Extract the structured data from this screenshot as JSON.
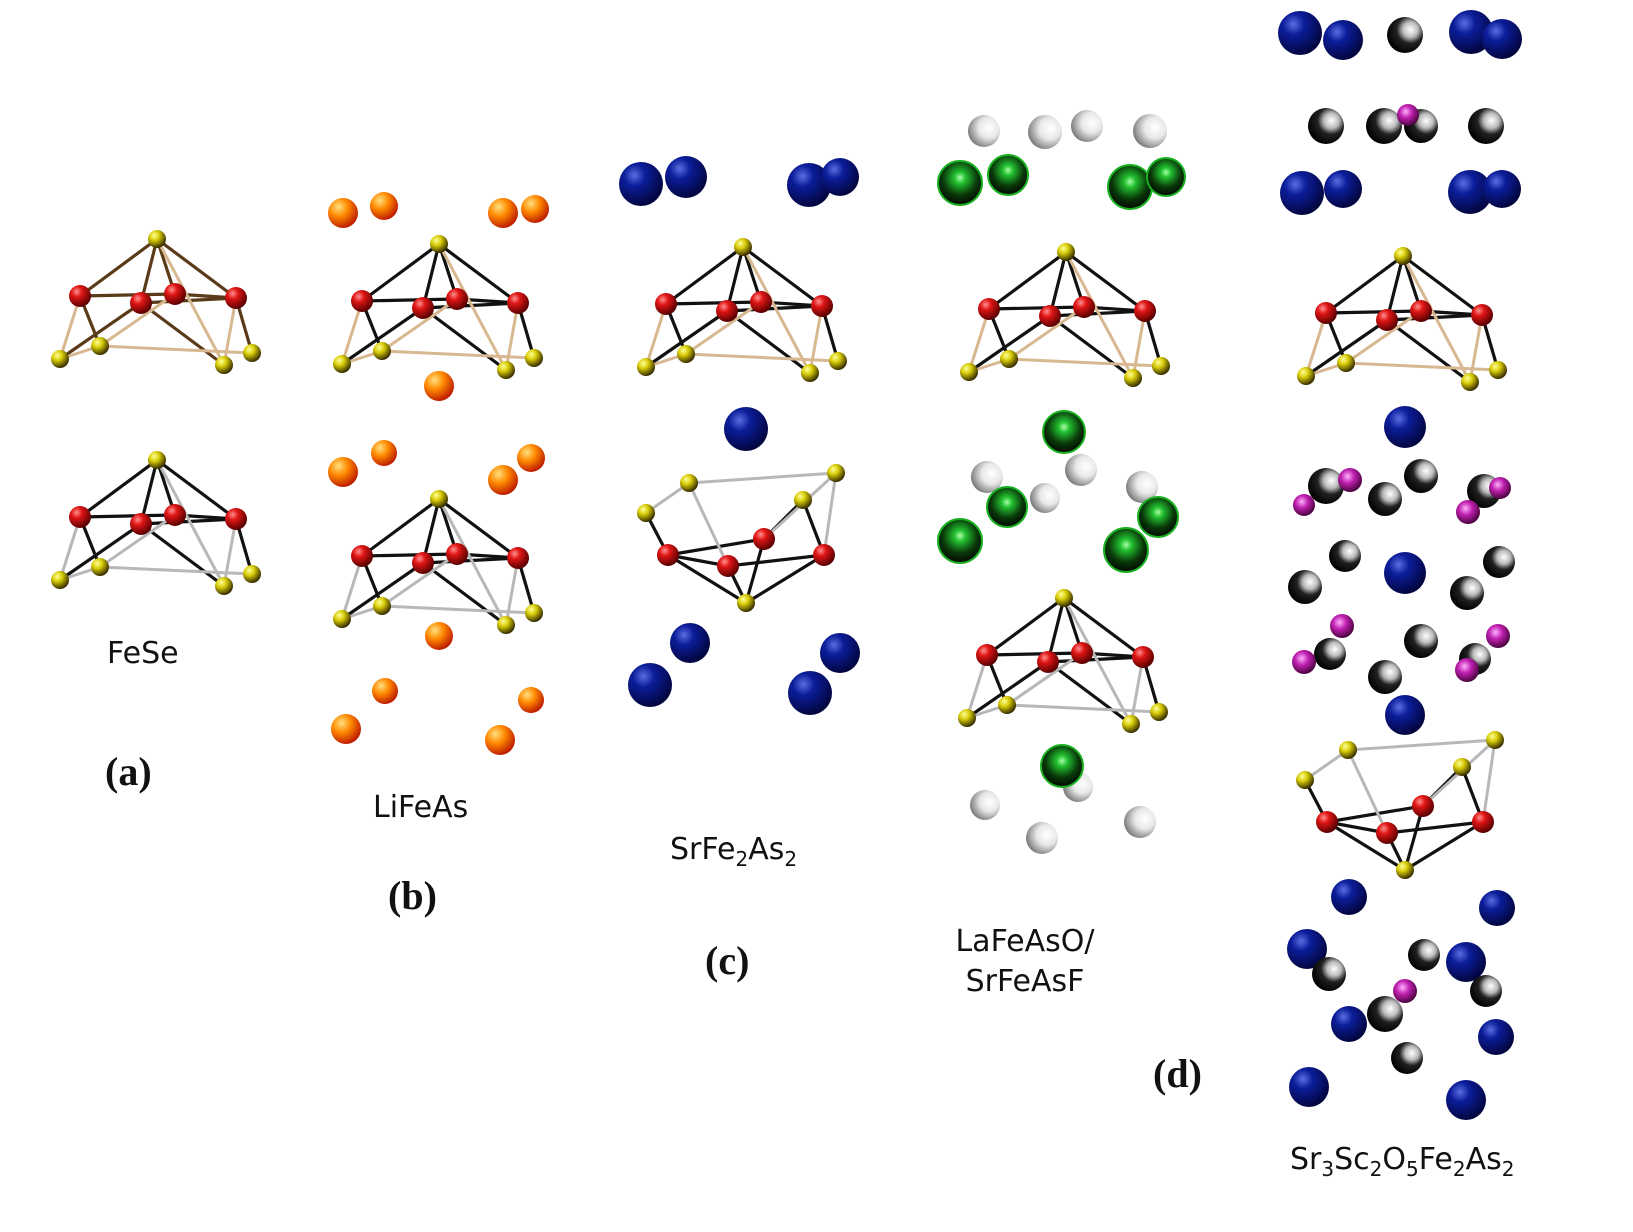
{
  "panels": [
    {
      "id": "a",
      "tag": "(a)",
      "compound": "FeSe"
    },
    {
      "id": "b",
      "tag": "(b)",
      "compound": "LiFeAs"
    },
    {
      "id": "c",
      "tag": "(c)",
      "compound_parts": [
        "SrFe",
        "2",
        "As",
        "2"
      ]
    },
    {
      "id": "d",
      "tag": "(d)",
      "compound_lines": [
        "LaFeAsO/",
        "SrFeAsF"
      ]
    },
    {
      "id": "e",
      "compound_parts": [
        "Sr",
        "3",
        "Sc",
        "2",
        "O",
        "5",
        "Fe",
        "2",
        "As",
        "2"
      ]
    }
  ],
  "atom_colors": {
    "fe": "#d01010",
    "as_se": "#e3d80a",
    "li": "#ff8a00",
    "sr": "#0a1a8c",
    "la": "#0c9b1a",
    "o_f": "#dcdcdc",
    "sc": "#c020b0",
    "dark_o": "#1a1a1a"
  }
}
